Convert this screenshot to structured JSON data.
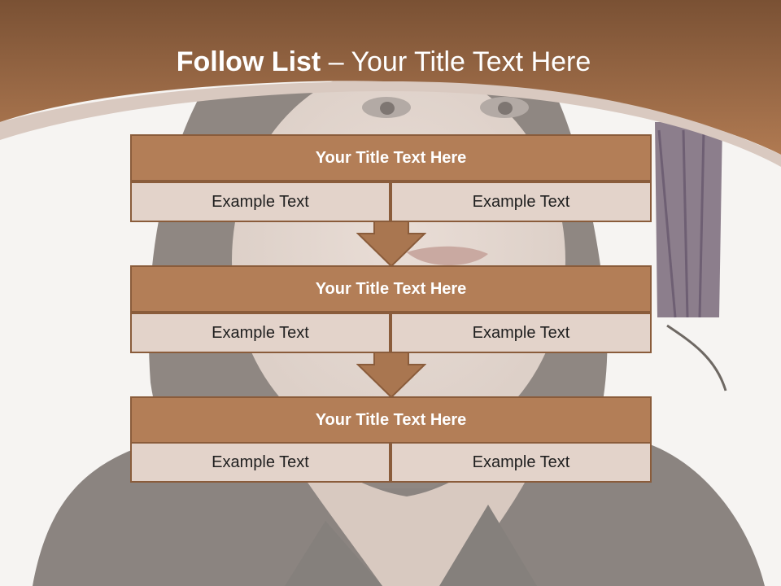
{
  "slide": {
    "title_bold": "Follow List ",
    "title_rest": " – Your Title Text Here",
    "colors": {
      "header_brown": "#9e6c46",
      "block_title_fill": "#b37e57",
      "block_border": "#8a5c3b",
      "cell_fill": "#e3d3ca",
      "arrow_fill": "#a97650"
    },
    "background_image": "graduate-portrait-faded",
    "steps": [
      {
        "title": "Your Title Text Here",
        "left": "Example Text",
        "right": "Example Text"
      },
      {
        "title": "Your Title Text Here",
        "left": "Example Text",
        "right": "Example Text"
      },
      {
        "title": "Your Title Text Here",
        "left": "Example Text",
        "right": "Example Text"
      }
    ]
  }
}
